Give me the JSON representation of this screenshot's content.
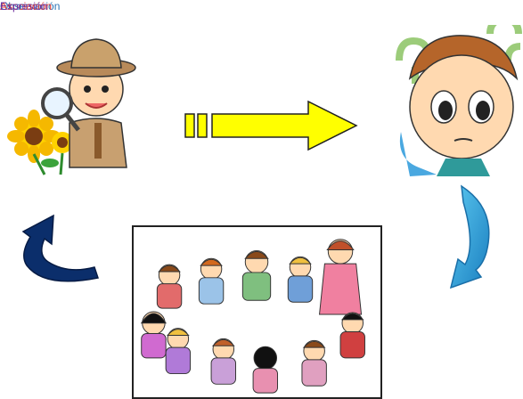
{
  "labels": {
    "observacion": "Observación",
    "asociacion": "Asociación",
    "expresion": "Expresión"
  },
  "colors": {
    "observacion_text": "#2e75b6",
    "asociacion_text": "#e0362c",
    "expresion_text": "#7030a0",
    "arrow_yellow": "#ffff00",
    "arrow_blue_light": "#1ea0dc",
    "arrow_navy": "#0b2e6b"
  },
  "icons": [
    "explorer-child-icon",
    "sunflower-icon",
    "curious-boy-icon",
    "question-mark-icon",
    "children-circle-icon"
  ]
}
